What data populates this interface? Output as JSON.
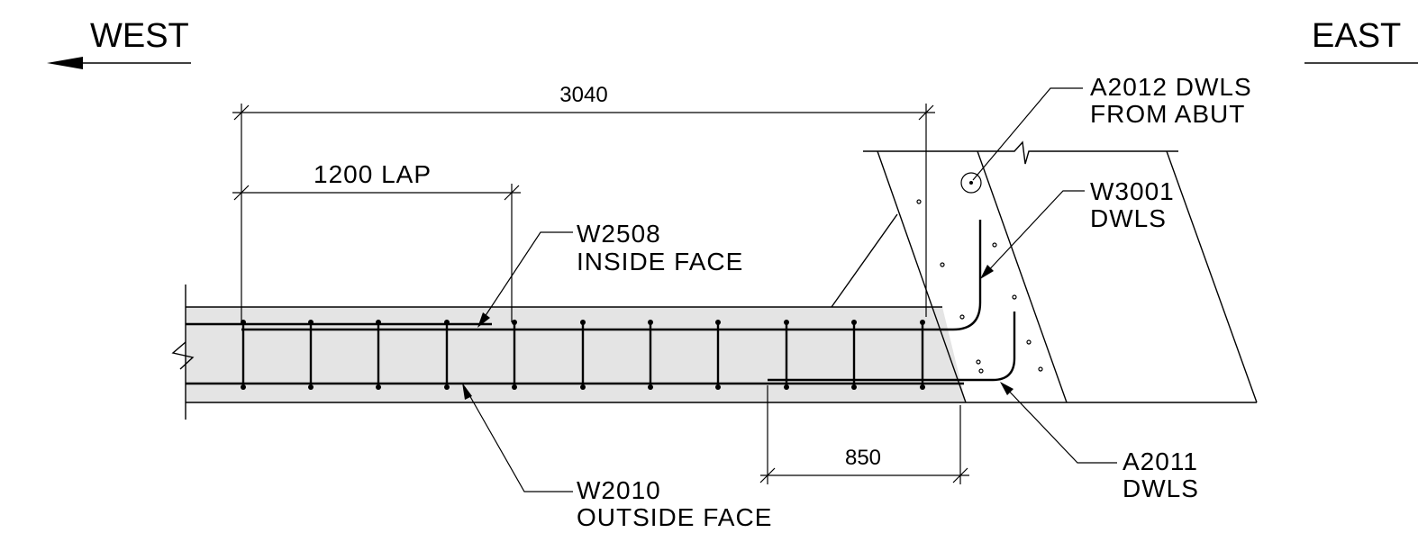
{
  "directions": {
    "west": "WEST",
    "east": "EAST"
  },
  "dimensions": {
    "overall": "3040",
    "lap": "1200 LAP",
    "dowel_extension": "850"
  },
  "callouts": {
    "w2508": {
      "mark": "W2508",
      "note": "INSIDE FACE"
    },
    "w2010": {
      "mark": "W2010",
      "note": "OUTSIDE FACE"
    },
    "a2012": {
      "mark": "A2012 DWLS",
      "note": "FROM ABUT"
    },
    "w3001": {
      "mark": "W3001",
      "note": "DWLS"
    },
    "a2011": {
      "mark": "A2011",
      "note": "DWLS"
    }
  },
  "colors": {
    "concrete_fill": "#e4e4e4",
    "linework": "#000000"
  }
}
